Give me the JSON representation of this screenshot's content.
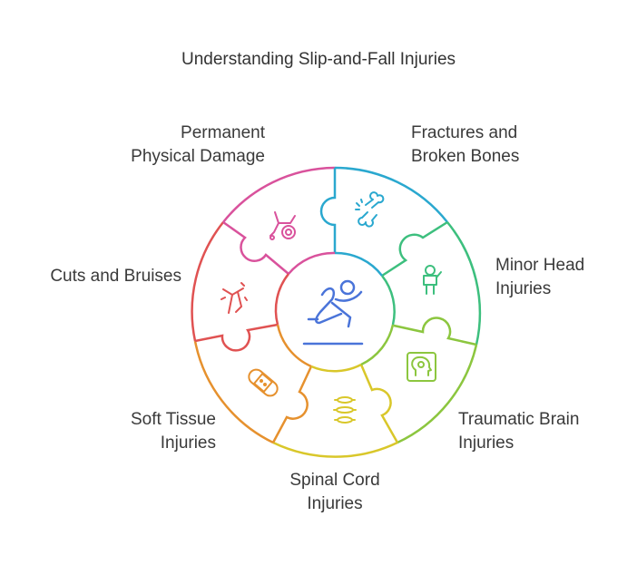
{
  "title": "Understanding Slip-and-Fall Injuries",
  "colors": {
    "fractures": "#2aa8cf",
    "head": "#3dbf7e",
    "brain": "#8cc63f",
    "spinal": "#d9c72a",
    "soft": "#e6912e",
    "cuts": "#e05252",
    "permanent": "#d9529c",
    "center": "#4a74d9"
  },
  "segments": [
    {
      "id": "fractures",
      "lines": [
        "Fractures and",
        "Broken Bones"
      ],
      "icon": "broken-bone-icon"
    },
    {
      "id": "head",
      "lines": [
        "Minor Head",
        "Injuries"
      ],
      "icon": "person-head-injury-icon"
    },
    {
      "id": "brain",
      "lines": [
        "Traumatic Brain",
        "Injuries"
      ],
      "icon": "brain-head-icon"
    },
    {
      "id": "spinal",
      "lines": [
        "Spinal Cord",
        "Injuries"
      ],
      "icon": "spine-icon"
    },
    {
      "id": "soft",
      "lines": [
        "Soft Tissue",
        "Injuries"
      ],
      "icon": "bandage-icon"
    },
    {
      "id": "cuts",
      "lines": [
        "Cuts and Bruises"
      ],
      "icon": "cut-bruise-icon"
    },
    {
      "id": "permanent",
      "lines": [
        "Permanent",
        "Physical Damage"
      ],
      "icon": "wheelchair-icon"
    }
  ],
  "center_icon": "slipping-person-icon"
}
